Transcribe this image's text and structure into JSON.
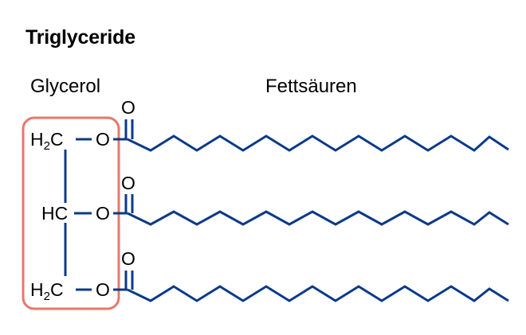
{
  "title": "Triglyceride",
  "labels": {
    "glycerol": "Glycerol",
    "fatty_acids": "Fettsäuren"
  },
  "molecule": {
    "rows": [
      {
        "carbon": "H",
        "carbon_sub": "2",
        "carbon_tail": "C",
        "oxygen": "O",
        "carbonyl_oxygen": "O"
      },
      {
        "carbon": "HC",
        "carbon_sub": "",
        "carbon_tail": "",
        "oxygen": "O",
        "carbonyl_oxygen": "O"
      },
      {
        "carbon": "H",
        "carbon_sub": "2",
        "carbon_tail": "C",
        "oxygen": "O",
        "carbonyl_oxygen": "O"
      }
    ]
  },
  "colors": {
    "bond": "#0b3a88",
    "glycerol_box": "#e8776a",
    "text": "#000000"
  }
}
